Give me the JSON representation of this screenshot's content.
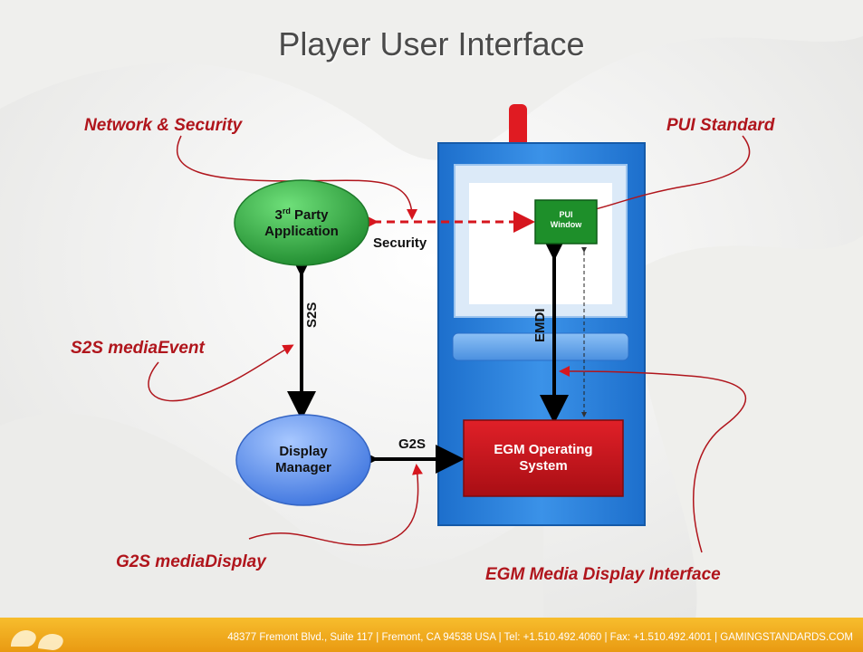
{
  "title": "Player User Interface",
  "callouts": {
    "network_security": "Network & Security",
    "pui_standard": "PUI Standard",
    "s2s_media_event": "S2S mediaEvent",
    "g2s_media_display": "G2S mediaDisplay",
    "egm_mdi": "EGM Media Display Interface"
  },
  "nodes": {
    "third_party_line1": "3",
    "third_party_sup": "rd",
    "third_party_line1_rest": " Party",
    "third_party_line2": "Application",
    "display_manager_line1": "Display",
    "display_manager_line2": "Manager",
    "egm_os_line1": "EGM Operating",
    "egm_os_line2": "System",
    "pui_window_line1": "PUI",
    "pui_window_line2": "Window"
  },
  "links": {
    "security": "Security",
    "s2s": "S2S",
    "g2s": "G2S",
    "emdi": "EMDI"
  },
  "footer": {
    "text": "48377 Fremont Blvd., Suite 117  |  Fremont, CA 94538  USA  |  Tel: +1.510.492.4060  |  Fax: +1.510.492.4001  |  GAMINGSTANDARDS.COM"
  },
  "colors": {
    "callout": "#b0151c",
    "cabinet": "#2b7fd6",
    "green_node": "#2e9e3c",
    "blue_node": "#5b8fe8",
    "red_node": "#c4141a",
    "footer": "#f2ac20"
  }
}
